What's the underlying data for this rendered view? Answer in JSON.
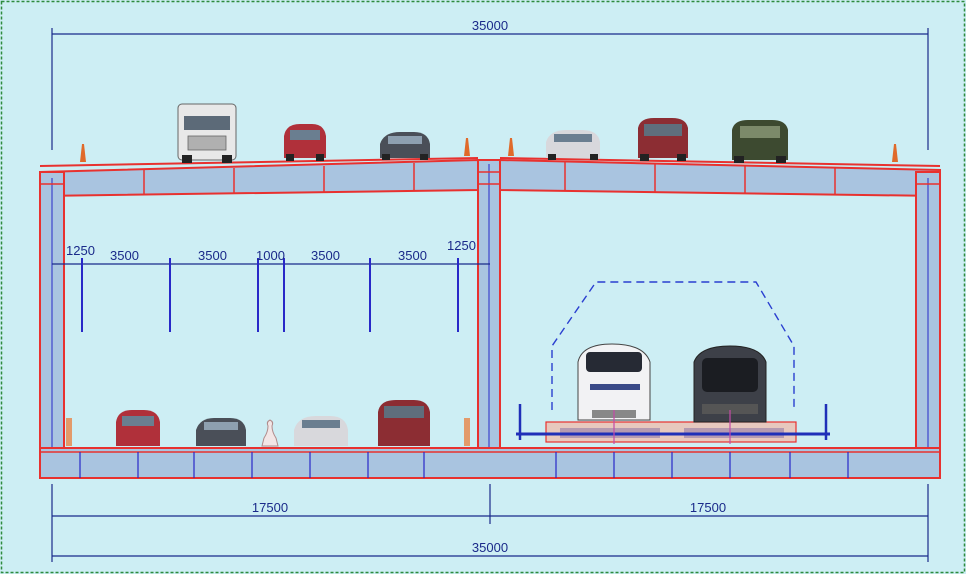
{
  "colors": {
    "background": "#cdeef4",
    "frame_border": "#2e8b3e",
    "concrete_outline": "#e8312f",
    "slab_fill": "#a9c4e0",
    "dimension_line": "#1a2a8a",
    "lane_line": "#2828c8",
    "clearance_line": "#2a3fd0"
  },
  "dimensions": {
    "total_top": "35000",
    "total_bottom": "35000",
    "left_half": "17500",
    "right_half": "17500",
    "road_lanes": [
      "1250",
      "3500",
      "3500",
      "1000",
      "3500",
      "3500",
      "1250"
    ]
  },
  "vehicles": {
    "upper_deck": [
      "truck",
      "sedan-red",
      "sedan-dark",
      "sedan-white",
      "suv-red",
      "suv-green"
    ],
    "lower_road": [
      "sedan-red",
      "sedan-dark",
      "sedan-white",
      "suv-red"
    ],
    "trains": [
      "train-white",
      "train-dark"
    ]
  },
  "icons": {
    "traffic_cone": "traffic-cone-icon",
    "pier": "median-pier-icon"
  }
}
